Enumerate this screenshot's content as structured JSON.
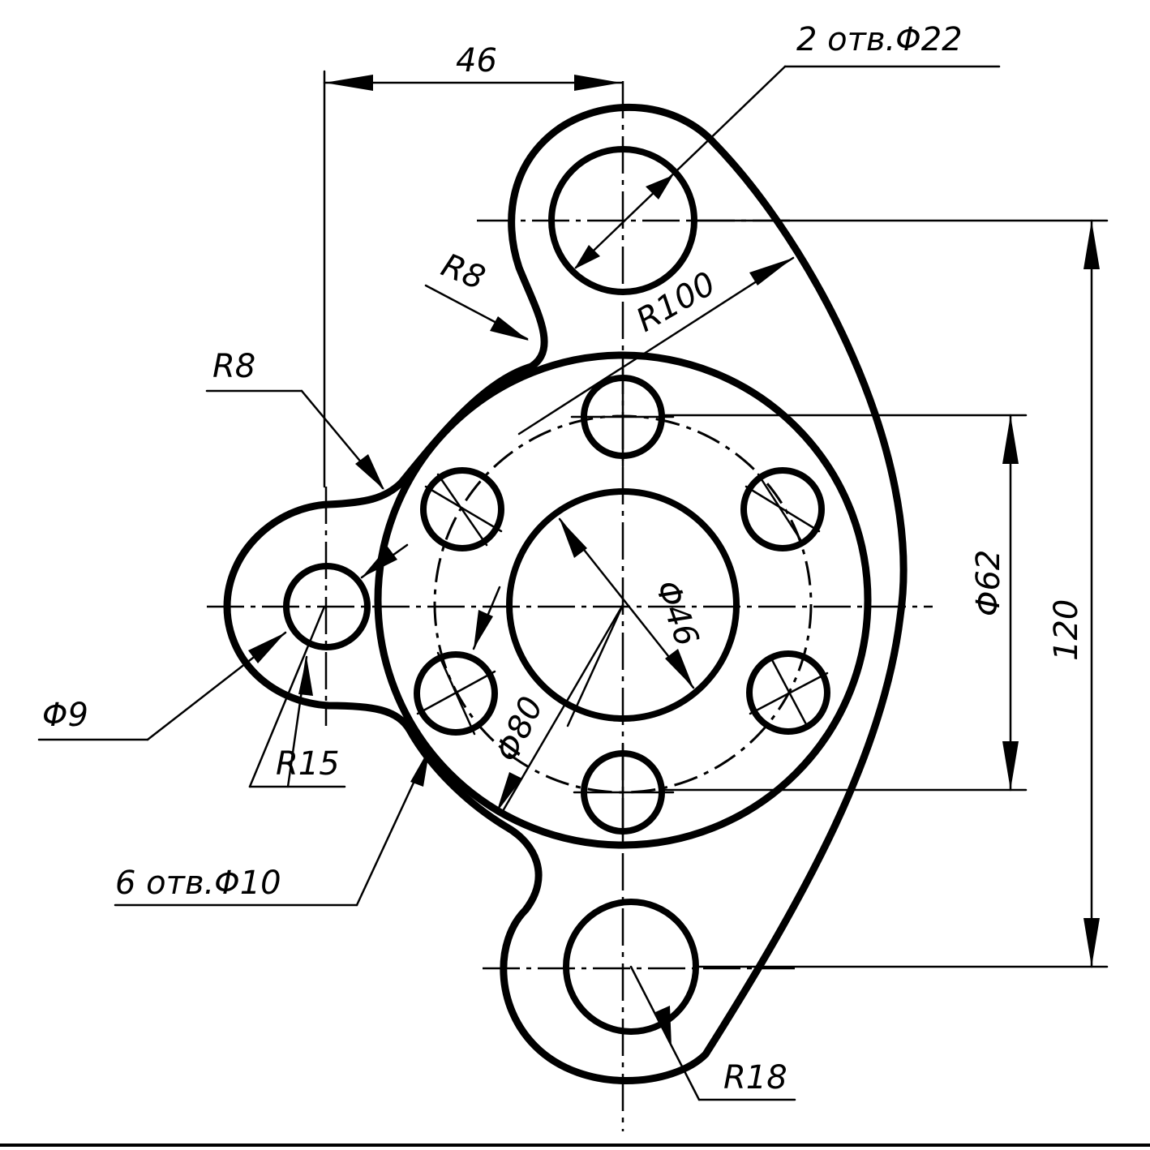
{
  "labels": {
    "dim_46": "46",
    "holes_22": "2 отв.Φ22",
    "r8_upper": "R8",
    "r8_left": "R8",
    "r100": "R100",
    "phi62": "Φ62",
    "dim_120": "120",
    "phi46": "Φ46",
    "phi80": "Φ80",
    "phi9": "Φ9",
    "r15": "R15",
    "holes_10": "6 отв.Φ10",
    "r18": "R18"
  },
  "colors": {
    "ink": "#000000",
    "paper": "#ffffff"
  }
}
